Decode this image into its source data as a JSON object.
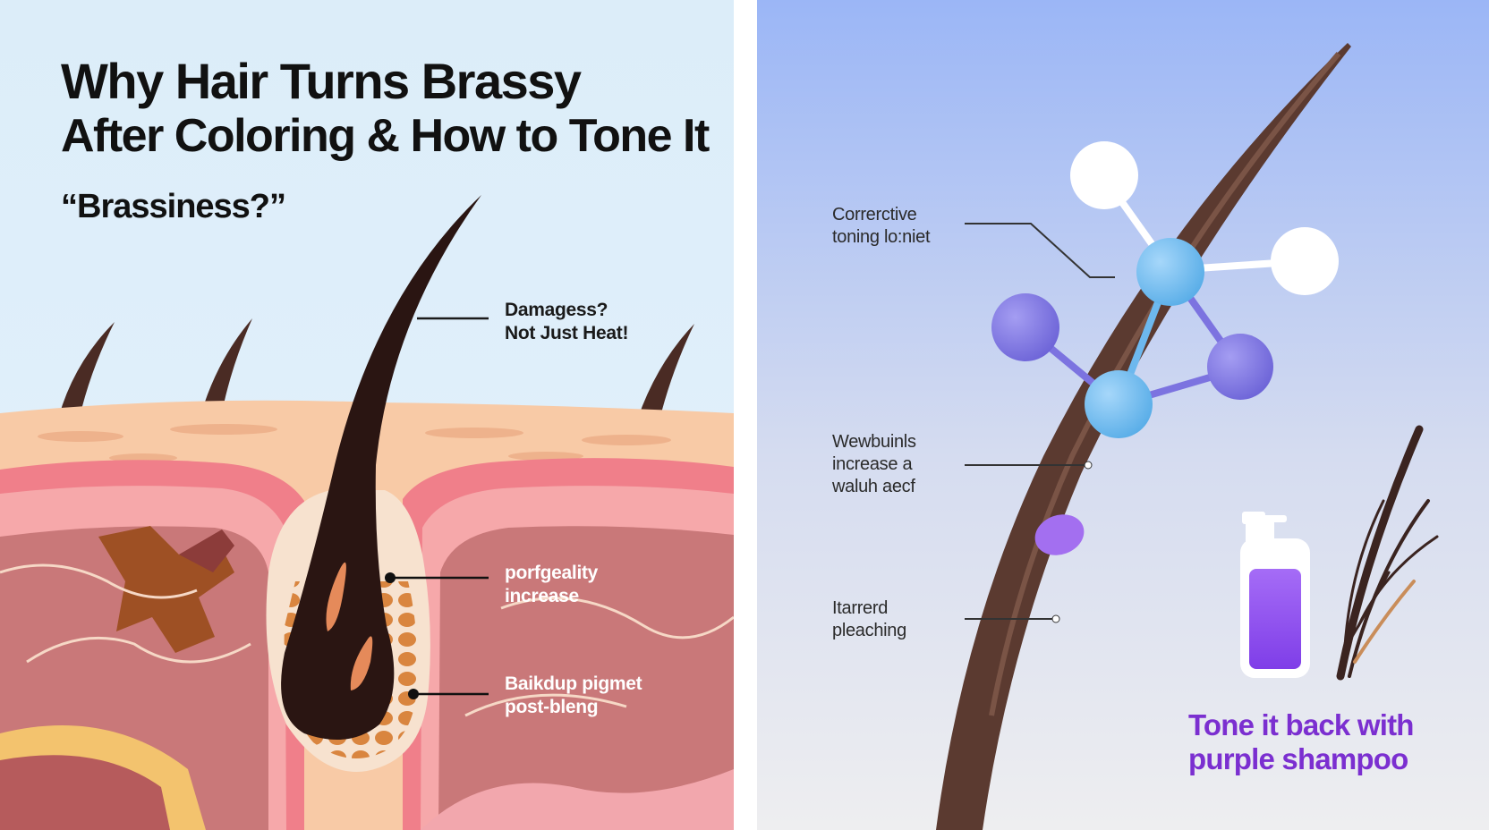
{
  "left": {
    "title_line1": "Why Hair Turns Brassy",
    "title_line2": "After Coloring & How to Tone It",
    "subtitle": "“Brassiness?”",
    "callouts": {
      "damage": "Damagess?\nNot Just Heat!",
      "porosity": "porfgeality\nincrease",
      "pigment": "Baikdup pigmet\npost-bleng"
    }
  },
  "right": {
    "labels": {
      "toning": "Correrctive\ntoning lo:niet",
      "increase": "Wewbuinls\nincrease a\nwaluh aecf",
      "bleaching": "Itarrerd\npleaching"
    },
    "tagline": "Tone it back with\npurple shampoo"
  },
  "colors": {
    "sky": "#dcedf9",
    "skin": "#f8caa6",
    "hair": "#2a1512",
    "toner_blue": "#6db8ee",
    "toner_violet": "#7c73e0",
    "shampoo_purple": "#8c4af0",
    "tagline": "#7b2fd0"
  }
}
